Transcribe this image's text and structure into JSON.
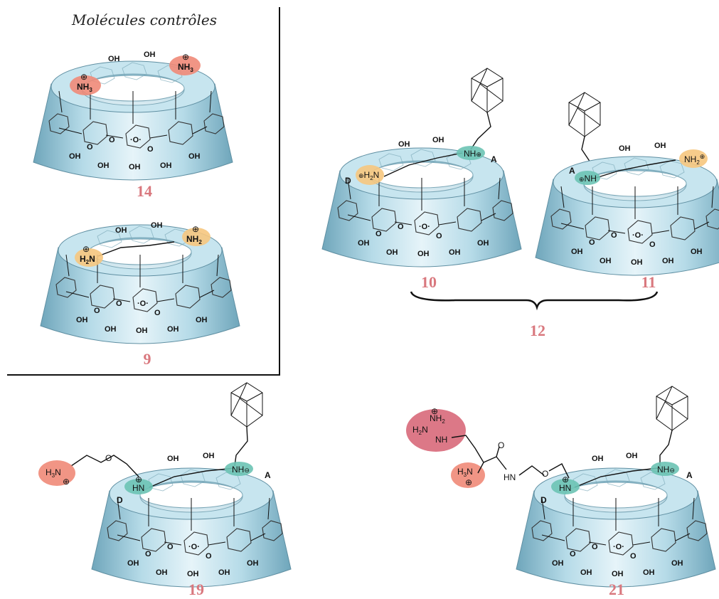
{
  "title": "Molécules contrôles",
  "colors": {
    "torus_body": "#a9d3e2",
    "torus_dark": "#5f96ac",
    "torus_light": "#dff0f6",
    "ammonium": "#ef8a78",
    "ammonium_yellow": "#f6c67e",
    "teal_nh": "#6bc3b4",
    "guanidinium": "#d8697a",
    "label": "#d9787e"
  },
  "labels": {
    "m14": "14",
    "m9": "9",
    "m10": "10",
    "m11": "11",
    "m12": "12",
    "m19": "19",
    "m21": "21"
  },
  "text": {
    "oh": "OH",
    "o": "O",
    "nh3": "NH",
    "nh2": "NH",
    "h2n": "H",
    "nh": "NH",
    "hn": "HN",
    "h3n": "H",
    "plus": "⊕",
    "minus": "⊖",
    "sub2": "2",
    "sub3": "3",
    "n": "N",
    "nh_guan": "NH",
    "h2n_guan": "H",
    "a": "A",
    "d": "D"
  },
  "icons": {
    "cyclodextrin": "cyclodextrin-torus-icon",
    "adamantane": "adamantane-cage-icon",
    "brace": "curly-brace-icon"
  }
}
